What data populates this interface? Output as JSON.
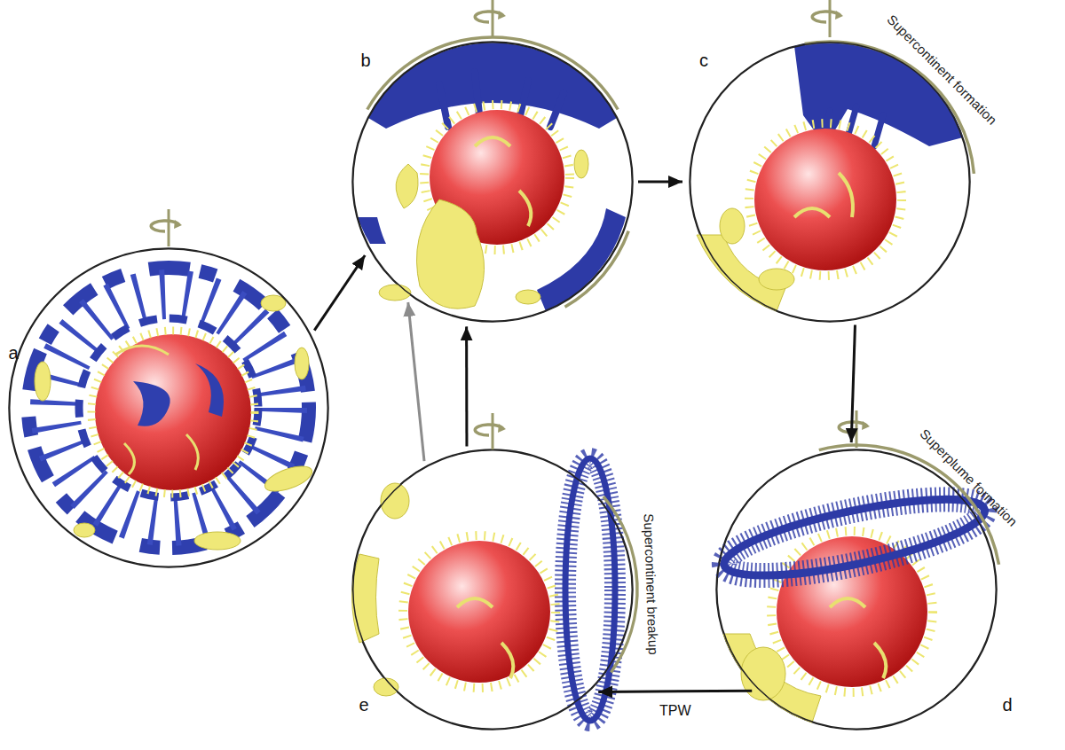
{
  "diagram": {
    "nodes": [
      {
        "text": [
          "a"
        ]
      },
      {
        "text": [
          "b"
        ]
      },
      {
        "text": [
          "c",
          "Supercontinent formation"
        ]
      },
      {
        "text": [
          "d",
          "Superplume formation"
        ]
      },
      {
        "text": [
          "e",
          "Supercontinent breakup"
        ]
      }
    ],
    "edges": [
      {
        "from": 0,
        "to": 1,
        "arrow": "to"
      },
      {
        "from": 1,
        "to": 2,
        "arrow": "to"
      },
      {
        "from": 2,
        "to": 3,
        "arrow": "to"
      },
      {
        "from": 3,
        "to": 4,
        "label": "TPW",
        "arrow": "to"
      },
      {
        "from": 4,
        "to": 1,
        "arrow": "to"
      },
      {
        "from": 4,
        "to": 1,
        "arrow": "to"
      }
    ]
  }
}
